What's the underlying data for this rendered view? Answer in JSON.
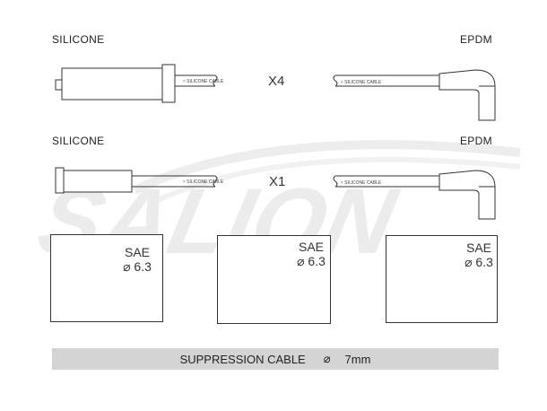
{
  "rows": [
    {
      "left_label": "SILICONE",
      "right_label": "EPDM",
      "multiplier": "X4"
    },
    {
      "left_label": "SILICONE",
      "right_label": "EPDM",
      "multiplier": "X1"
    }
  ],
  "cable_print": "SILICONE CABLE",
  "panels": [
    {
      "sae_label": "SAE",
      "diameter": "6.3"
    },
    {
      "sae_label": "SAE",
      "diameter": "6.3"
    },
    {
      "sae_label": "SAE",
      "diameter": "6.3"
    }
  ],
  "footer": {
    "left": "SUPPRESSION CABLE",
    "symbol": "⌀",
    "right": "7mm"
  },
  "watermark": "SALION",
  "colors": {
    "line": "#333333",
    "bar": "#d4d4d4",
    "watermark": "#ececec"
  },
  "icons": [
    "spark-plug-icon",
    "distributor-cap-icon",
    "distributor-cap-multi-icon",
    "plug-terminal-icon"
  ]
}
